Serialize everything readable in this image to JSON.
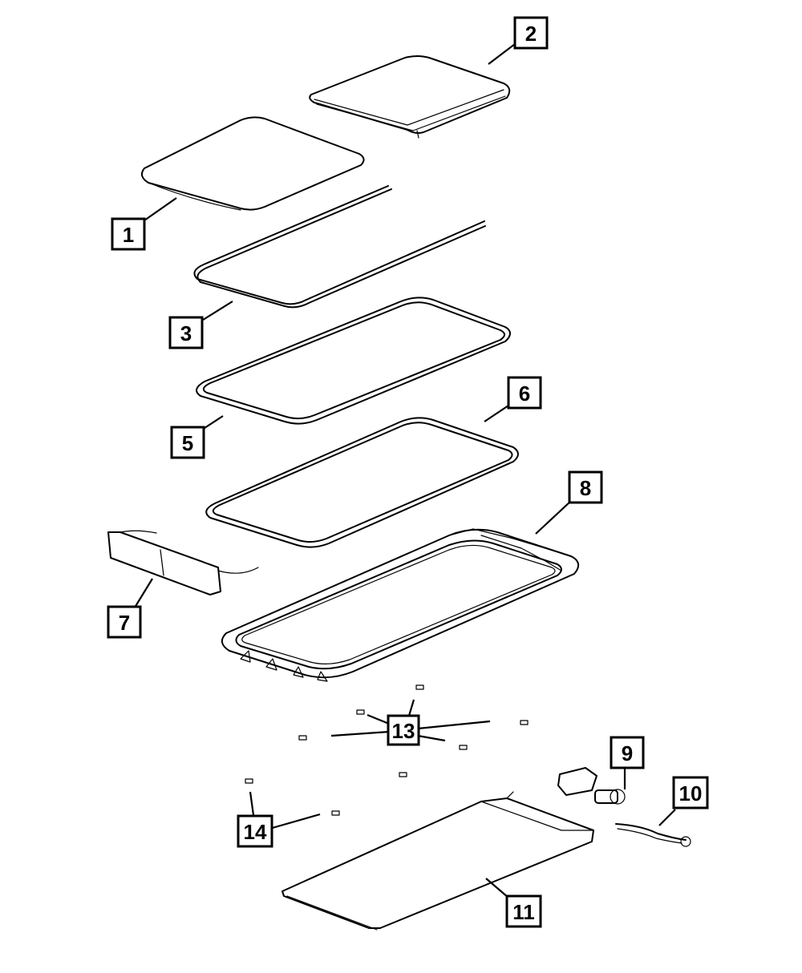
{
  "callouts": {
    "c1": "1",
    "c2": "2",
    "c3": "3",
    "c5": "5",
    "c6": "6",
    "c7": "7",
    "c8": "8",
    "c9": "9",
    "c10": "10",
    "c11": "11",
    "c13": "13",
    "c14": "14"
  }
}
